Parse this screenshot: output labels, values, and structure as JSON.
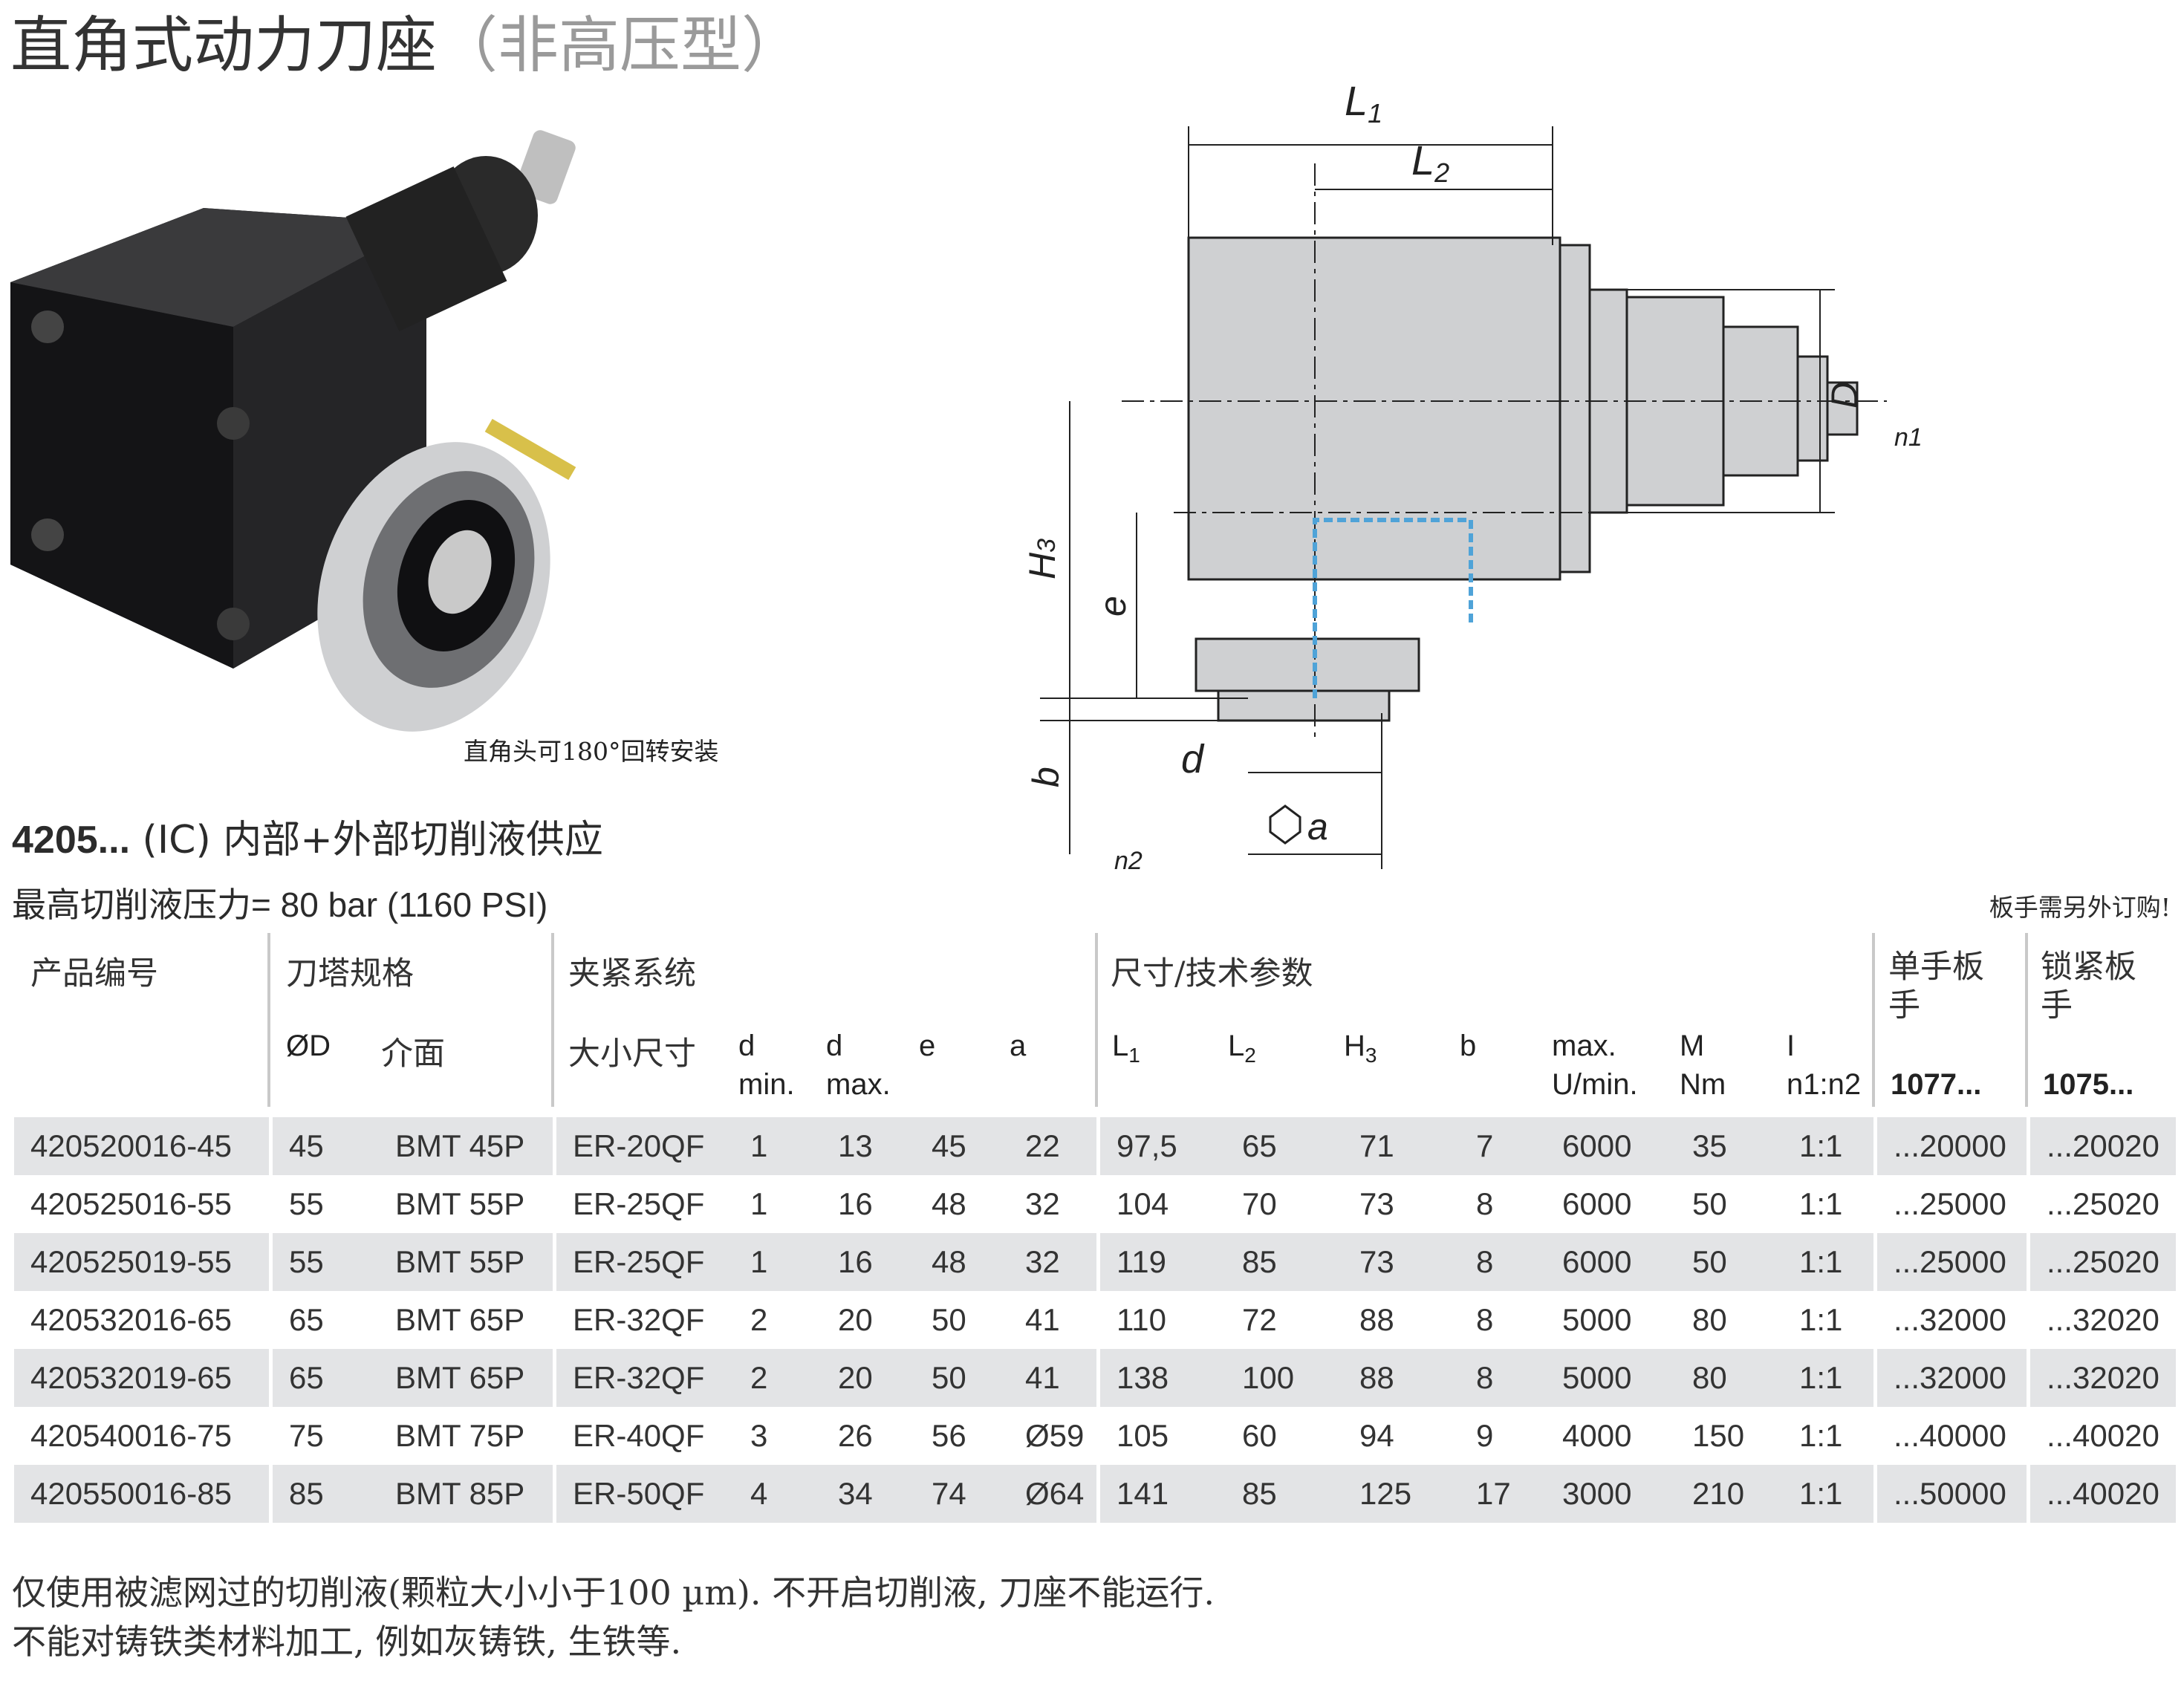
{
  "title": {
    "main": "直角式动力刀座",
    "sub": "（非高压型）"
  },
  "photo": {
    "caption": "直角头可180°回转安装"
  },
  "drawing": {
    "L1": "L",
    "L1_sub": "1",
    "L2": "L",
    "L2_sub": "2",
    "H3": "H",
    "H3_sub": "3",
    "e": "e",
    "b": "b",
    "d": "d",
    "D": "D",
    "a": "a",
    "n1": "n1",
    "n2": "n2"
  },
  "series": {
    "code": "4205...",
    "desc": " (IC) 内部+外部切削液供应"
  },
  "pressure": "最高切削液压力= 80 bar (1160 PSI)",
  "wrench_note": "板手需另外订购!",
  "table": {
    "groups": {
      "product": "产品编号",
      "turret": "刀塔规格",
      "clamp": "夹紧系统",
      "dims": "尺寸/技术参数",
      "single_wrench": "单手板手",
      "lock_wrench": "锁紧板手"
    },
    "sub": {
      "od": "ØD",
      "interface": "介面",
      "size": "大小尺寸",
      "dmin1": "d",
      "dmin2": "min.",
      "dmax1": "d",
      "dmax2": "max.",
      "e": "e",
      "a": "a",
      "L1": "L",
      "L1s": "1",
      "L2": "L",
      "L2s": "2",
      "H3": "H",
      "H3s": "3",
      "b": "b",
      "rpm1": "max.",
      "rpm2": "U/min.",
      "m1": "M",
      "m2": "Nm",
      "i1": "I",
      "i2": "n1:n2",
      "w1": "1077...",
      "w2": "1075..."
    },
    "rows": [
      [
        "420520016-45",
        "45",
        "BMT 45P",
        "ER-20QF",
        "1",
        "13",
        "45",
        "22",
        "97,5",
        "65",
        "71",
        "7",
        "6000",
        "35",
        "1:1",
        "...20000",
        "...20020"
      ],
      [
        "420525016-55",
        "55",
        "BMT 55P",
        "ER-25QF",
        "1",
        "16",
        "48",
        "32",
        "104",
        "70",
        "73",
        "8",
        "6000",
        "50",
        "1:1",
        "...25000",
        "...25020"
      ],
      [
        "420525019-55",
        "55",
        "BMT 55P",
        "ER-25QF",
        "1",
        "16",
        "48",
        "32",
        "119",
        "85",
        "73",
        "8",
        "6000",
        "50",
        "1:1",
        "...25000",
        "...25020"
      ],
      [
        "420532016-65",
        "65",
        "BMT 65P",
        "ER-32QF",
        "2",
        "20",
        "50",
        "41",
        "110",
        "72",
        "88",
        "8",
        "5000",
        "80",
        "1:1",
        "...32000",
        "...32020"
      ],
      [
        "420532019-65",
        "65",
        "BMT 65P",
        "ER-32QF",
        "2",
        "20",
        "50",
        "41",
        "138",
        "100",
        "88",
        "8",
        "5000",
        "80",
        "1:1",
        "...32000",
        "...32020"
      ],
      [
        "420540016-75",
        "75",
        "BMT 75P",
        "ER-40QF",
        "3",
        "26",
        "56",
        "Ø59",
        "105",
        "60",
        "94",
        "9",
        "4000",
        "150",
        "1:1",
        "...40000",
        "...40020"
      ],
      [
        "420550016-85",
        "85",
        "BMT 85P",
        "ER-50QF",
        "4",
        "34",
        "74",
        "Ø64",
        "141",
        "85",
        "125",
        "17",
        "3000",
        "210",
        "1:1",
        "...50000",
        "...40020"
      ]
    ]
  },
  "footer": [
    "仅使用被滤网过的切削液(颗粒大小小于100 µm). 不开启切削液, 刀座不能运行.",
    "不能对铸铁类材料加工, 例如灰铸铁, 生铁等."
  ]
}
